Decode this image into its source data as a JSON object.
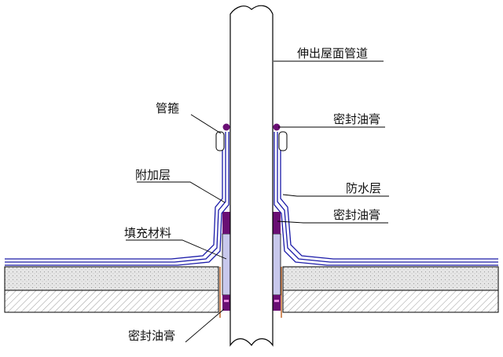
{
  "diagram": {
    "labels": {
      "pipe": "伸出屋面管道",
      "clamp": "管箍",
      "sealant_top": "密封油膏",
      "additional_layer": "附加层",
      "waterproof_layer": "防水层",
      "sealant_mid": "密封油膏",
      "filler": "填充材料",
      "sealant_bottom": "密封油膏"
    },
    "colors": {
      "waterproof": "#1a1aa8",
      "sealant": "#6a0f74",
      "filler": "#c8c8ec",
      "pipe": "#ffffff",
      "outline": "#000000",
      "hatch": "#9a9a9a",
      "screed": "#e6e6e6",
      "rod": "#c46a2e"
    }
  }
}
